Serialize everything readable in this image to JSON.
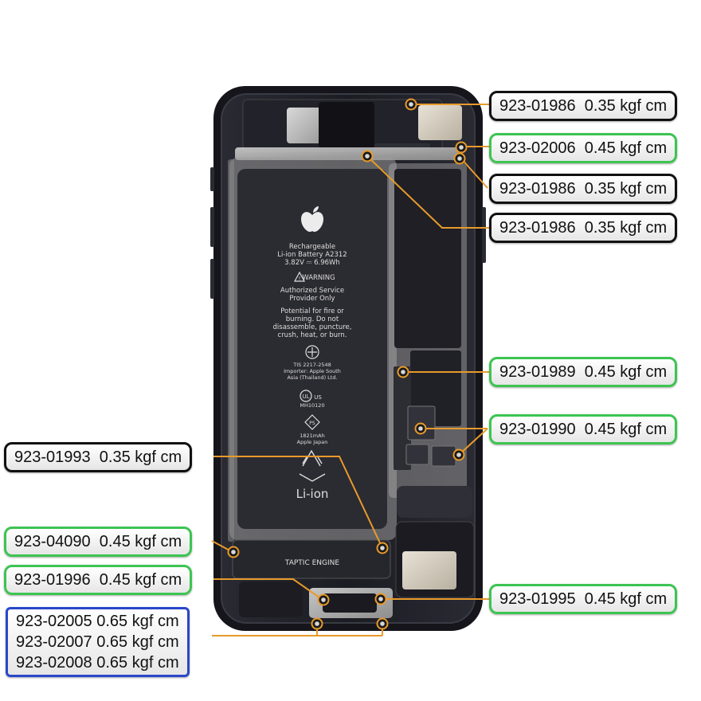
{
  "colors": {
    "torque_035": "#111111",
    "torque_045": "#3dc452",
    "torque_065": "#2a47c9",
    "leader_line": "#e89a2a"
  },
  "battery": {
    "logo": "apple-logo-icon",
    "line1": "Rechargeable",
    "line2": "Li-ion Battery A2312",
    "line3": "3.82V ⎓ 6.96Wh",
    "warning": "WARNING",
    "warn1": "Authorized Service",
    "warn2": "Provider Only",
    "txt1": "Potential for fire or",
    "txt2": "burning. Do not",
    "txt3": "disassemble, puncture,",
    "txt4": "crush, heat, or burn.",
    "tis": "TIS 2217-2548",
    "imp1": "Importer: Apple South",
    "imp2": "Asia (Thailand) Ltd.",
    "cert": "MH10120",
    "mah": "1821mAh",
    "japan": "Apple Japan",
    "liion": "Li-ion"
  },
  "taptic": {
    "label": "TAPTIC ENGINE"
  },
  "callouts": {
    "c1": {
      "part": "923-01986",
      "torque": "0.35 kgf cm"
    },
    "c2": {
      "part": "923-02006",
      "torque": "0.45 kgf cm"
    },
    "c3": {
      "part": "923-01986",
      "torque": "0.35 kgf cm"
    },
    "c4": {
      "part": "923-01986",
      "torque": "0.35 kgf cm"
    },
    "c5": {
      "part": "923-01989",
      "torque": "0.45 kgf cm"
    },
    "c6": {
      "part": "923-01990",
      "torque": "0.45 kgf cm"
    },
    "c7": {
      "part": "923-01993",
      "torque": "0.35 kgf cm"
    },
    "c8": {
      "part": "923-04090",
      "torque": "0.45 kgf cm"
    },
    "c9": {
      "part": "923-01996",
      "torque": "0.45 kgf cm"
    },
    "c10": {
      "part": "923-01995",
      "torque": "0.45 kgf cm"
    },
    "c11": {
      "row1": {
        "part": "923-02005",
        "torque": "0.65 kgf cm"
      },
      "row2": {
        "part": "923-02007",
        "torque": "0.65 kgf cm"
      },
      "row3": {
        "part": "923-02008",
        "torque": "0.65 kgf cm"
      }
    }
  }
}
